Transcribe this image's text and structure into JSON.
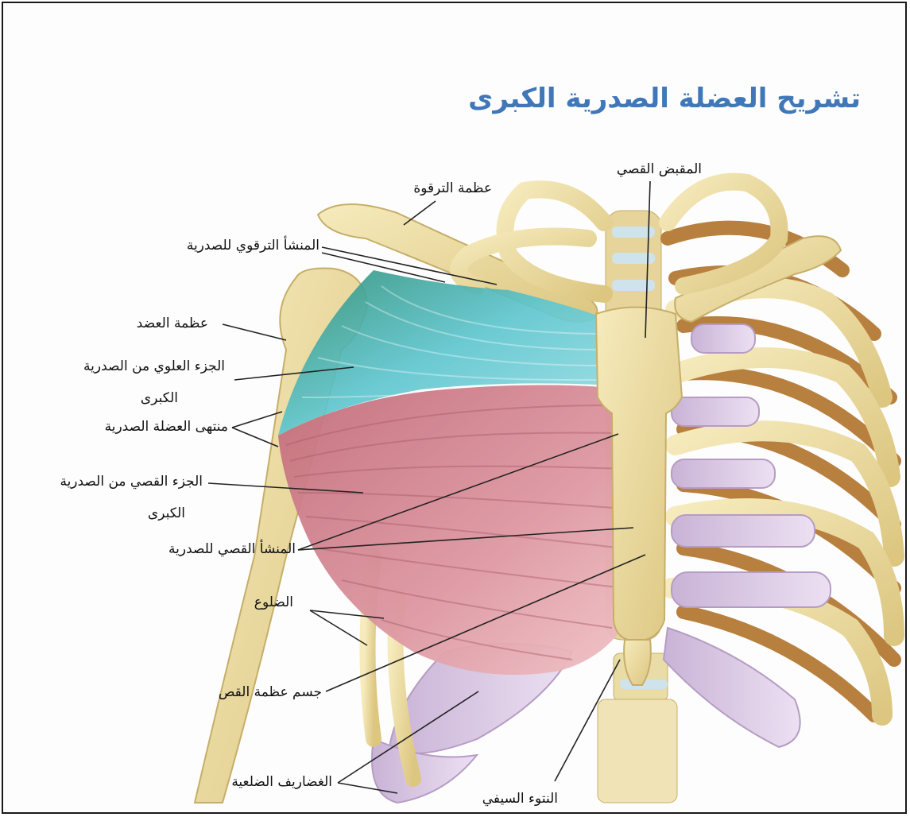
{
  "title": "تشريح العضلة الصدرية الكبرى",
  "labels": {
    "sternum_handle": "المقبض القصي",
    "clavicle": "عظمة الترقوة",
    "clavicular_origin": "المنشأ الترقوي للصدرية",
    "humerus": "عظمة العضد",
    "upper_part_line1": "الجزء العلوي من الصدرية",
    "upper_part_line2": "الكبرى",
    "muscle_insertion": "منتهى العضلة الصدرية",
    "sternal_part_line1": "الجزء القصي من الصدرية",
    "sternal_part_line2": "الكبرى",
    "sternal_origin": "المنشأ القصي للصدرية",
    "ribs": "الضلوع",
    "sternum_body": "جسم عظمة القص",
    "costal_cartilages": "الغضاريف الضلعية",
    "xiphoid_process": "النتوء السيفي"
  },
  "colors": {
    "title": "#3f77b8",
    "bone": "#eedd9c",
    "muscle_upper": "#5fc6cf",
    "muscle_sternal": "#d98a95",
    "cartilage": "#d9c7e3"
  }
}
